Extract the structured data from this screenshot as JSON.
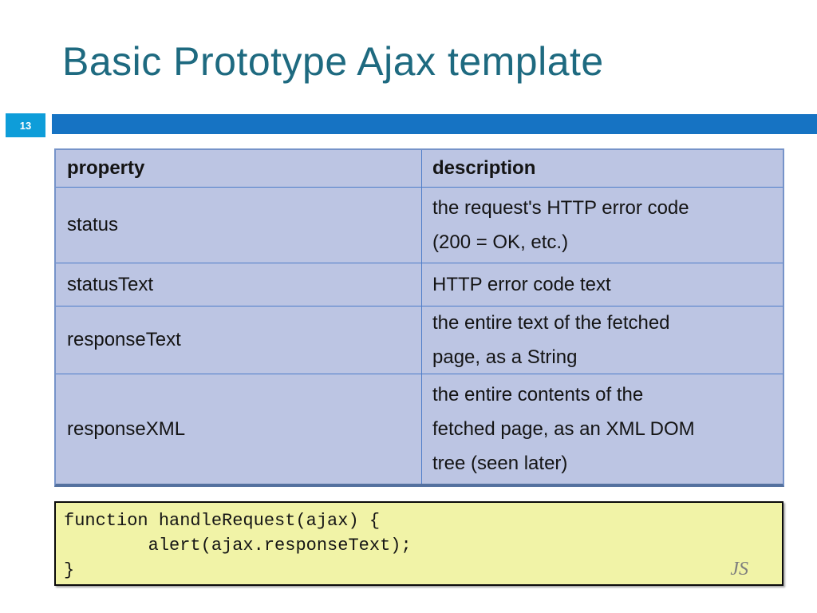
{
  "slide": {
    "page_number": "13",
    "title": "Basic Prototype Ajax template",
    "table": {
      "col_headers": [
        "property",
        "description"
      ],
      "rows": [
        {
          "property": "status",
          "description_lines": [
            "the request's HTTP error code",
            "(200 = OK, etc.)"
          ]
        },
        {
          "property": "statusText",
          "description_lines": [
            "HTTP error code text"
          ]
        },
        {
          "property": "responseText",
          "description_lines": [
            "the entire text of the fetched",
            "page, as a String"
          ]
        },
        {
          "property": "responseXML",
          "description_lines": [
            "the entire contents of the",
            "fetched page, as an XML DOM",
            "tree (seen later)"
          ]
        }
      ]
    },
    "code_box": {
      "lines": [
        "function handleRequest(ajax) {",
        "        alert(ajax.responseText);",
        "}"
      ],
      "language_label": "JS"
    },
    "colors": {
      "title_text": "#1E6A80",
      "page_number_bg": "#0E9DD9",
      "accent_bar": "#1673C3",
      "table_bg": "#BCC5E3",
      "table_grid": "#4E7DC9",
      "code_bg": "#F1F3A7",
      "code_border": "#0A0A0A",
      "language_label_text": "#7E7E7E"
    }
  }
}
